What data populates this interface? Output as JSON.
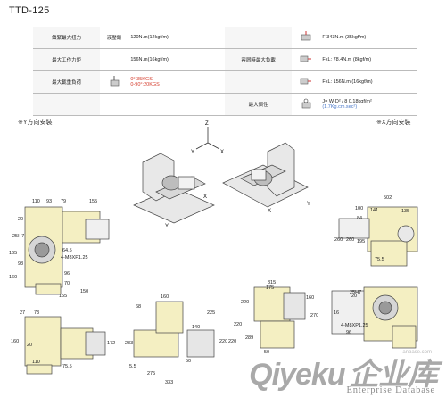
{
  "title": "TTD-125",
  "spec_table": {
    "left": {
      "row1": {
        "label": "鎖緊最大扭力",
        "sub": "",
        "mode": "液壓鎖",
        "value": "120N.m(12kgf/m)"
      },
      "row2": {
        "label": "最大工作力矩",
        "value": "156N.m(16kgf/m)"
      },
      "row3": {
        "label": "最大載重負荷",
        "values": [
          "0°:35KGS",
          "0-90°:20KGS"
        ],
        "w_label": "W"
      }
    },
    "right": {
      "row1": {
        "label": "",
        "value": "F:343N.m (35kgf/m)"
      },
      "row2": {
        "label": "容屑時最大負載",
        "value": "FxL: 78.4N.m (8kgf/m)"
      },
      "row3": {
        "label": "",
        "value": "FxL: 156N.m (16kgf/m)"
      },
      "row4": {
        "label": "最大慣性",
        "formula": "J= W·D² / 8",
        "value1": "0.18kgf/m²",
        "value2": "(1.7Kg.cm.sec²)"
      }
    },
    "colors": {
      "red": "#d43a2a",
      "blue": "#4a78c8"
    }
  },
  "labels": {
    "y_install": "※Y方向安裝",
    "x_install": "※X方向安裝"
  },
  "axes": {
    "z": "Z",
    "x": "X",
    "y": "Y"
  },
  "dims_left": [
    "110",
    "93",
    "79",
    "155",
    "20",
    "25H7",
    "98",
    "165",
    "64.5",
    "4-M8XP1.25",
    "96",
    "160",
    "70",
    "155",
    "150",
    "27",
    "73",
    "160",
    "20",
    "110",
    "75.5",
    "172",
    "233",
    "68",
    "160",
    "140",
    "225",
    "50",
    "275",
    "333",
    "5.5"
  ],
  "dims_right": [
    "502",
    "141",
    "100",
    "84",
    "135",
    "260",
    "260",
    "195",
    "75.5",
    "20",
    "25H7",
    "4-M8XP1.25",
    "16",
    "96",
    "315",
    "175",
    "160",
    "270",
    "220",
    "220",
    "50",
    "289",
    "220",
    "220"
  ],
  "watermark": {
    "brand": "Qiyeku",
    "cn": "企业库",
    "sub": "Enterprise Database",
    "small": "anbase.com"
  }
}
